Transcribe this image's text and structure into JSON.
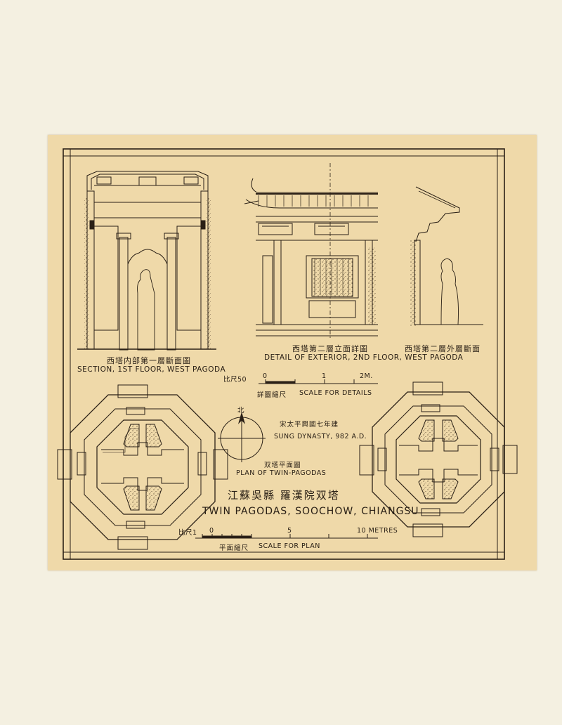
{
  "section": {
    "title_cn": "西塔内部第一層斷面圖",
    "title_en": "SECTION, 1ST FLOOR, WEST PAGODA"
  },
  "exterior": {
    "title_cn": "西塔第二層立面詳圖",
    "title_en": "DETAIL OF EXTERIOR,  2ND FLOOR, WEST PAGODA"
  },
  "outer_section": {
    "title_cn": "西塔第二層外層斷面"
  },
  "detail_scale": {
    "ratio": "比尺50",
    "ticks": [
      "0",
      "1",
      "2M."
    ],
    "label_cn": "詳圖縮尺",
    "label_en": "SCALE FOR DETAILS"
  },
  "north": {
    "label": "北"
  },
  "dynasty": {
    "cn": "宋太平興國七年建",
    "en": "SUNG DYNASTY, 982 A.D."
  },
  "plan": {
    "title_cn": "双塔平面圖",
    "title_en": "PLAN OF TWIN-PAGODAS"
  },
  "main_title": {
    "cn": "江蘇吳縣 羅漢院双塔",
    "en": "TWIN PAGODAS, SOOCHOW, CHIANGSU"
  },
  "plan_scale": {
    "ratio": "比尺1",
    "ticks": [
      "0",
      "5",
      "10 METRES"
    ],
    "label_cn": "平面縮尺",
    "label_en": "SCALE FOR PLAN"
  }
}
